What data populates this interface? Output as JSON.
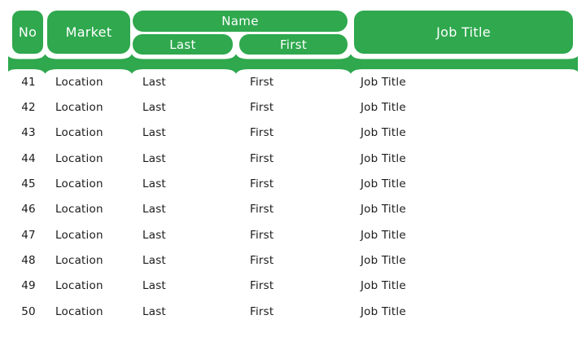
{
  "colors": {
    "green": "#2FA84E",
    "text": "#1B1B1B",
    "header_text": "#FFFFFF"
  },
  "header": {
    "no": "No",
    "market": "Market",
    "name": "Name",
    "last": "Last",
    "first": "First",
    "job_title": "Job Title"
  },
  "table": {
    "rows": [
      {
        "no": "41",
        "market": "Location",
        "last": "Last",
        "first": "First",
        "job_title": "Job Title"
      },
      {
        "no": "42",
        "market": "Location",
        "last": "Last",
        "first": "First",
        "job_title": "Job Title"
      },
      {
        "no": "43",
        "market": "Location",
        "last": "Last",
        "first": "First",
        "job_title": "Job Title"
      },
      {
        "no": "44",
        "market": "Location",
        "last": "Last",
        "first": "First",
        "job_title": "Job Title"
      },
      {
        "no": "45",
        "market": "Location",
        "last": "Last",
        "first": "First",
        "job_title": "Job Title"
      },
      {
        "no": "46",
        "market": "Location",
        "last": "Last",
        "first": "First",
        "job_title": "Job Title"
      },
      {
        "no": "47",
        "market": "Location",
        "last": "Last",
        "first": "First",
        "job_title": "Job Title"
      },
      {
        "no": "48",
        "market": "Location",
        "last": "Last",
        "first": "First",
        "job_title": "Job Title"
      },
      {
        "no": "49",
        "market": "Location",
        "last": "Last",
        "first": "First",
        "job_title": "Job Title"
      },
      {
        "no": "50",
        "market": "Location",
        "last": "Last",
        "first": "First",
        "job_title": "Job Title"
      }
    ]
  }
}
